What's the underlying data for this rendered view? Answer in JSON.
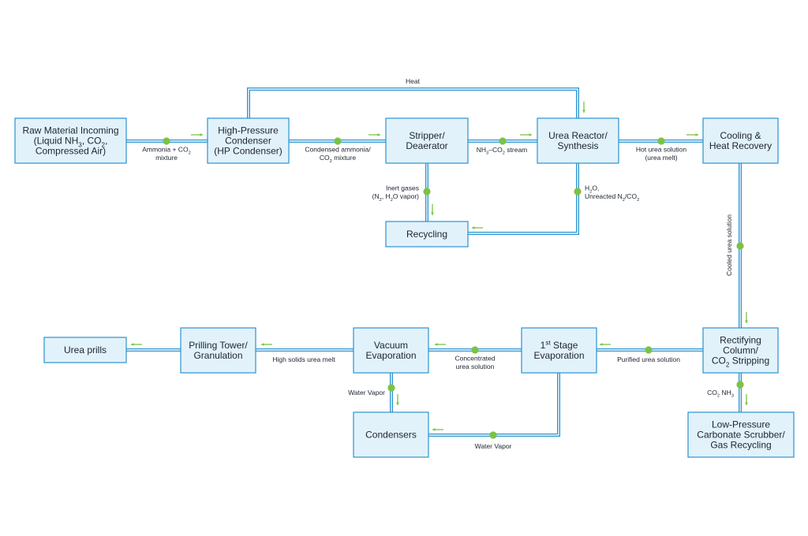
{
  "nodes": {
    "raw": {
      "lines": [
        "Raw Material Incoming",
        "(Liquid NH|3|, CO|2|,",
        "Compressed Air)"
      ]
    },
    "hp": {
      "lines": [
        "High-Pressure",
        "Condenser",
        "(HP Condenser)"
      ]
    },
    "stripper": {
      "lines": [
        "Stripper/",
        "Deaerator"
      ]
    },
    "reactor": {
      "lines": [
        "Urea Reactor/",
        "Synthesis"
      ]
    },
    "cooling": {
      "lines": [
        "Cooling &",
        "Heat Recovery"
      ]
    },
    "recycling": {
      "lines": [
        "Recycling"
      ]
    },
    "rectifying": {
      "lines": [
        "Rectifying",
        "Column/",
        "CO|2| Stripping"
      ]
    },
    "lp": {
      "lines": [
        "Low-Pressure",
        "Carbonate Scrubber/",
        "Gas Recycling"
      ]
    },
    "stage1": {
      "lines": [
        "1^st^ Stage",
        "Evaporation"
      ]
    },
    "vacuum": {
      "lines": [
        "Vacuum",
        "Evaporation"
      ]
    },
    "condensers": {
      "lines": [
        "Condensers"
      ]
    },
    "prilling": {
      "lines": [
        "Prilling Tower/",
        "Granulation"
      ]
    },
    "prills": {
      "lines": [
        "Urea prills"
      ]
    }
  },
  "edges": {
    "heat": [
      "Heat"
    ],
    "raw_hp": [
      "Ammonia + CO|2|",
      "mixture"
    ],
    "hp_stripper": [
      "Condensed ammonia/",
      "CO|2| mixture"
    ],
    "stripper_reactor": [
      "NH|3|–CO|2| stream"
    ],
    "reactor_cooling": [
      "Hot urea solution",
      "(urea melt)"
    ],
    "stripper_recycling": [
      "Inert gases",
      "(N|2|, H|2|O vapor)"
    ],
    "reactor_recycling": [
      "H|2|O,",
      "Unreacted N|2|/CO|2|"
    ],
    "cooling_rectifying": [
      "Cooled urea solution"
    ],
    "rectifying_lp": [
      "CO|2| NH|3|"
    ],
    "rectifying_stage1": [
      "Purified urea solution"
    ],
    "stage1_vacuum": [
      "Concentrated",
      "urea solution"
    ],
    "vacuum_prilling": [
      "High solids urea melt"
    ],
    "vacuum_condensers": [
      "Water Vapor"
    ],
    "stage1_condensers": [
      "Water Vapor"
    ]
  },
  "colors": {
    "box_fill": "#e2f2fb",
    "box_stroke": "#2b93cf",
    "pipe": "#2b93cf",
    "dot": "#7cc242",
    "arrow": "#7cc242"
  }
}
